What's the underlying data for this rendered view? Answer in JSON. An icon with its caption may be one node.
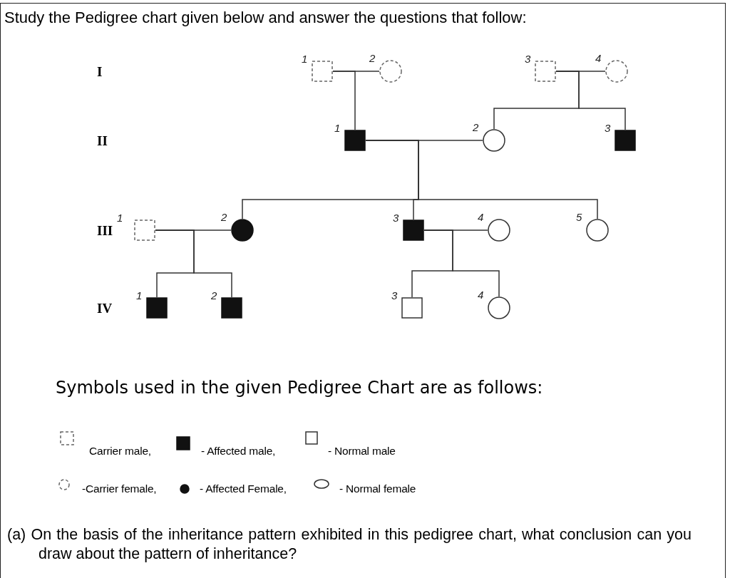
{
  "diagram": {
    "title": "Study the Pedigree chart given below and answer the questions that follow:",
    "nodes": [
      {
        "text": [],
        "shape": "box",
        "beside": [
          "1"
        ]
      },
      {
        "text": [],
        "shape": "circle",
        "beside": [
          "2"
        ]
      },
      {
        "text": [],
        "shape": "box",
        "beside": [
          "3"
        ]
      },
      {
        "text": [],
        "shape": "circle",
        "beside": [
          "4"
        ]
      },
      {
        "text": [],
        "shape": "box",
        "beside": [
          "1"
        ]
      },
      {
        "text": [],
        "shape": "circle",
        "beside": [
          "2"
        ]
      },
      {
        "text": [],
        "shape": "box",
        "beside": [
          "3"
        ]
      },
      {
        "text": [],
        "shape": "box",
        "beside": [
          "1"
        ]
      },
      {
        "text": [],
        "shape": "circle",
        "beside": [
          "2"
        ]
      },
      {
        "text": [],
        "shape": "box",
        "beside": [
          "3"
        ]
      },
      {
        "text": [],
        "shape": "circle",
        "beside": [
          "4"
        ]
      },
      {
        "text": [],
        "shape": "circle",
        "beside": [
          "5"
        ]
      },
      {
        "text": [],
        "shape": "box",
        "beside": [
          "1"
        ]
      },
      {
        "text": [],
        "shape": "box",
        "beside": [
          "2"
        ]
      },
      {
        "text": [],
        "shape": "box",
        "beside": [
          "3"
        ]
      },
      {
        "text": [],
        "shape": "circle",
        "beside": [
          "4"
        ]
      }
    ],
    "edges": [
      {
        "from": 0,
        "to": 1,
        "arrow": "none"
      },
      {
        "from": 0,
        "to": 4,
        "arrow": "none"
      },
      {
        "from": 2,
        "to": 3,
        "arrow": "none"
      },
      {
        "from": 2,
        "to": 5,
        "arrow": "none"
      },
      {
        "from": 2,
        "to": 6,
        "arrow": "none"
      },
      {
        "from": 4,
        "to": 5,
        "arrow": "none"
      },
      {
        "from": 4,
        "to": 8,
        "arrow": "none"
      },
      {
        "from": 4,
        "to": 9,
        "arrow": "none"
      },
      {
        "from": 4,
        "to": 11,
        "arrow": "none"
      },
      {
        "from": 7,
        "to": 8,
        "arrow": "none"
      },
      {
        "from": 7,
        "to": 12,
        "arrow": "none"
      },
      {
        "from": 7,
        "to": 13,
        "arrow": "none"
      },
      {
        "from": 9,
        "to": 10,
        "arrow": "none"
      },
      {
        "from": 9,
        "to": 14,
        "arrow": "none"
      },
      {
        "from": 9,
        "to": 15,
        "arrow": "none"
      }
    ],
    "labels": [
      "I",
      "II",
      "III",
      "IV",
      "Symbols used in the given Pedigree Chart are as follows:",
      "(a) On the basis of the inheritance pattern exhibited in this pedigree chart, what conclusion can you draw about the pattern of inheritance?"
    ],
    "legend": [
      {
        "text": "Carrier male,"
      },
      {
        "text": "- Affected male,"
      },
      {
        "text": "- Normal male"
      },
      {
        "text": "-Carrier female,"
      },
      {
        "text": "- Affected Female,"
      },
      {
        "text": "- Normal female"
      }
    ]
  }
}
